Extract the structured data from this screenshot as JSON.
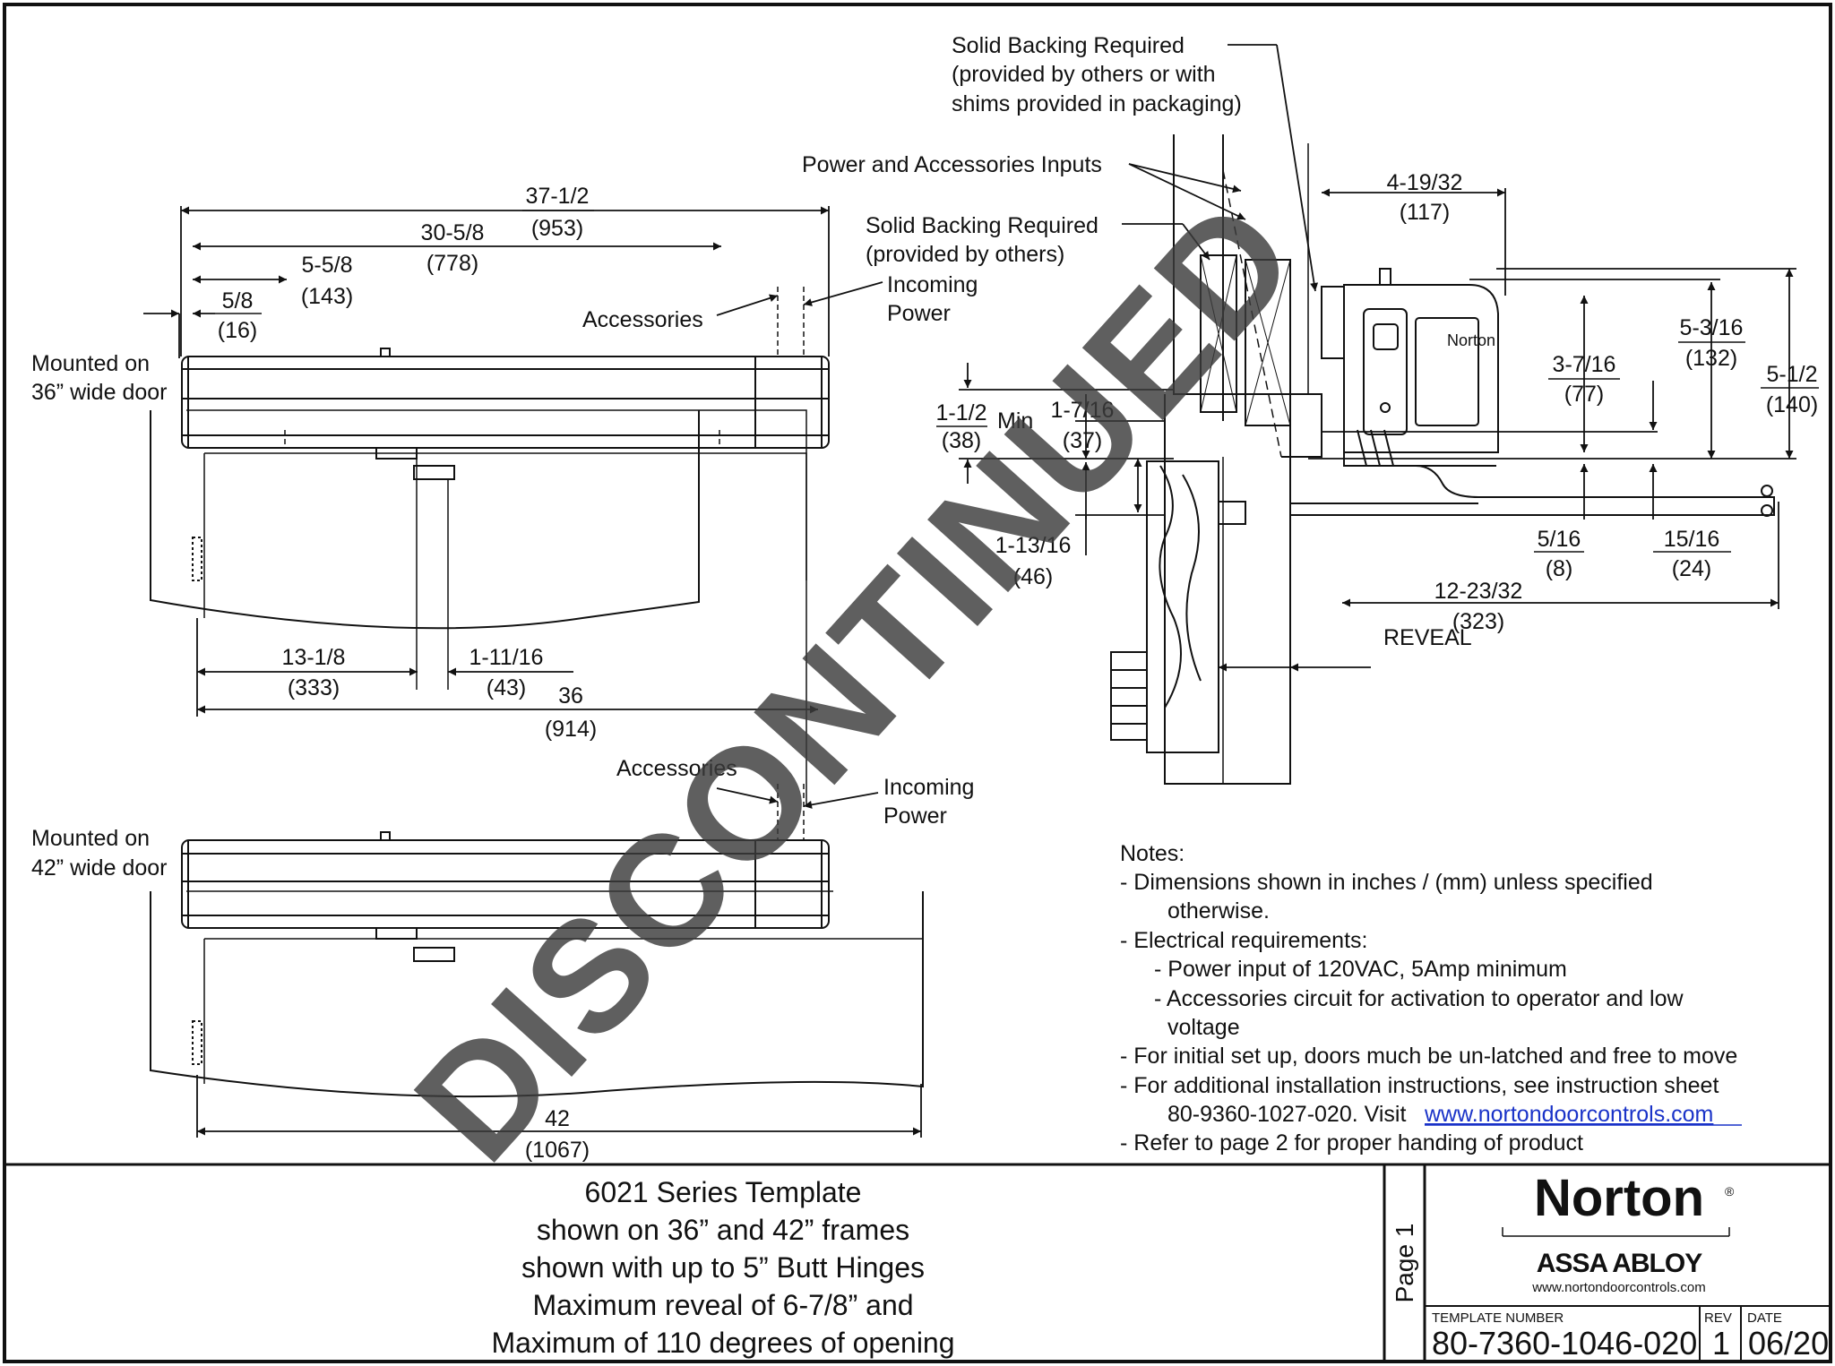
{
  "watermark": "DISCONTINUED",
  "door36": {
    "label_line1": "Mounted on",
    "label_line2": "36” wide door",
    "dims": {
      "d1": "37-1/2",
      "d1_mm": "(953)",
      "d2": "30-5/8",
      "d2_mm": "(778)",
      "d3": "5-5/8",
      "d3_mm": "(143)",
      "d4": "5/8",
      "d4_mm": "(16)",
      "d5": "13-1/8",
      "d5_mm": "(333)",
      "d6": "1-11/16",
      "d6_mm": "(43)",
      "d7": "36",
      "d7_mm": "(914)"
    },
    "accessories": "Accessories",
    "incoming_line1": "Incoming",
    "incoming_line2": "Power"
  },
  "door42": {
    "label_line1": "Mounted on",
    "label_line2": "42” wide door",
    "d1": "42",
    "d1_mm": "(1067)",
    "accessories": "Accessories",
    "incoming_line1": "Incoming",
    "incoming_line2": "Power"
  },
  "side_view": {
    "backing1_line1": "Solid Backing Required",
    "backing1_line2": "(provided by others or with",
    "backing1_line3": "shims provided in packaging)",
    "power_inputs": "Power and Accessories Inputs",
    "backing2_line1": "Solid Backing Required",
    "backing2_line2": "(provided by others)",
    "brand_badge": "Norton",
    "dims": {
      "a": "4-19/32",
      "a_mm": "(117)",
      "b": "5-3/16",
      "b_mm": "(132)",
      "c": "5-1/2",
      "c_mm": "(140)",
      "d": "3-7/16",
      "d_mm": "(77)",
      "e": "1-1/2",
      "e_mm": "(38)",
      "min": "Min",
      "f": "1-7/16",
      "f_mm": "(37)",
      "g": "1-13/16",
      "g_mm": "(46)",
      "h": "5/16",
      "h_mm": "(8)",
      "i": "15/16",
      "i_mm": "(24)",
      "j": "12-23/32",
      "j_mm": "(323)"
    },
    "reveal": "REVEAL"
  },
  "notes": {
    "heading": "Notes:",
    "l1": "- Dimensions shown in inches / (mm) unless specified",
    "l2": "otherwise.",
    "l3": "- Electrical requirements:",
    "l4": "- Power input of 120VAC, 5Amp minimum",
    "l5": "- Accessories circuit for activation to operator and low",
    "l6": "voltage",
    "l7": "- For initial set up, doors much be un-latched and free to move",
    "l8": "- For additional installation instructions, see instruction sheet",
    "l9": "80-9360-1027-020. Visit ",
    "link": "www.nortondoorcontrols.com",
    "l10": "- Refer to page 2 for proper handing of product"
  },
  "title_block": {
    "t1": "6021 Series Template",
    "t2": "shown on 36” and 42” frames",
    "t3": "shown with up to 5” Butt Hinges",
    "t4": "Maximum reveal of 6-7/8” and",
    "t5": "Maximum of 110 degrees of opening",
    "page": "Page 1",
    "brand": "Norton",
    "registered": "®",
    "group": "ASSA ABLOY",
    "website": "www.nortondoorcontrols.com",
    "template_label": "TEMPLATE NUMBER",
    "template_number": "80-7360-1046-020",
    "rev_label": "REV",
    "rev": "1",
    "date_label": "DATE",
    "date": "06/20"
  }
}
